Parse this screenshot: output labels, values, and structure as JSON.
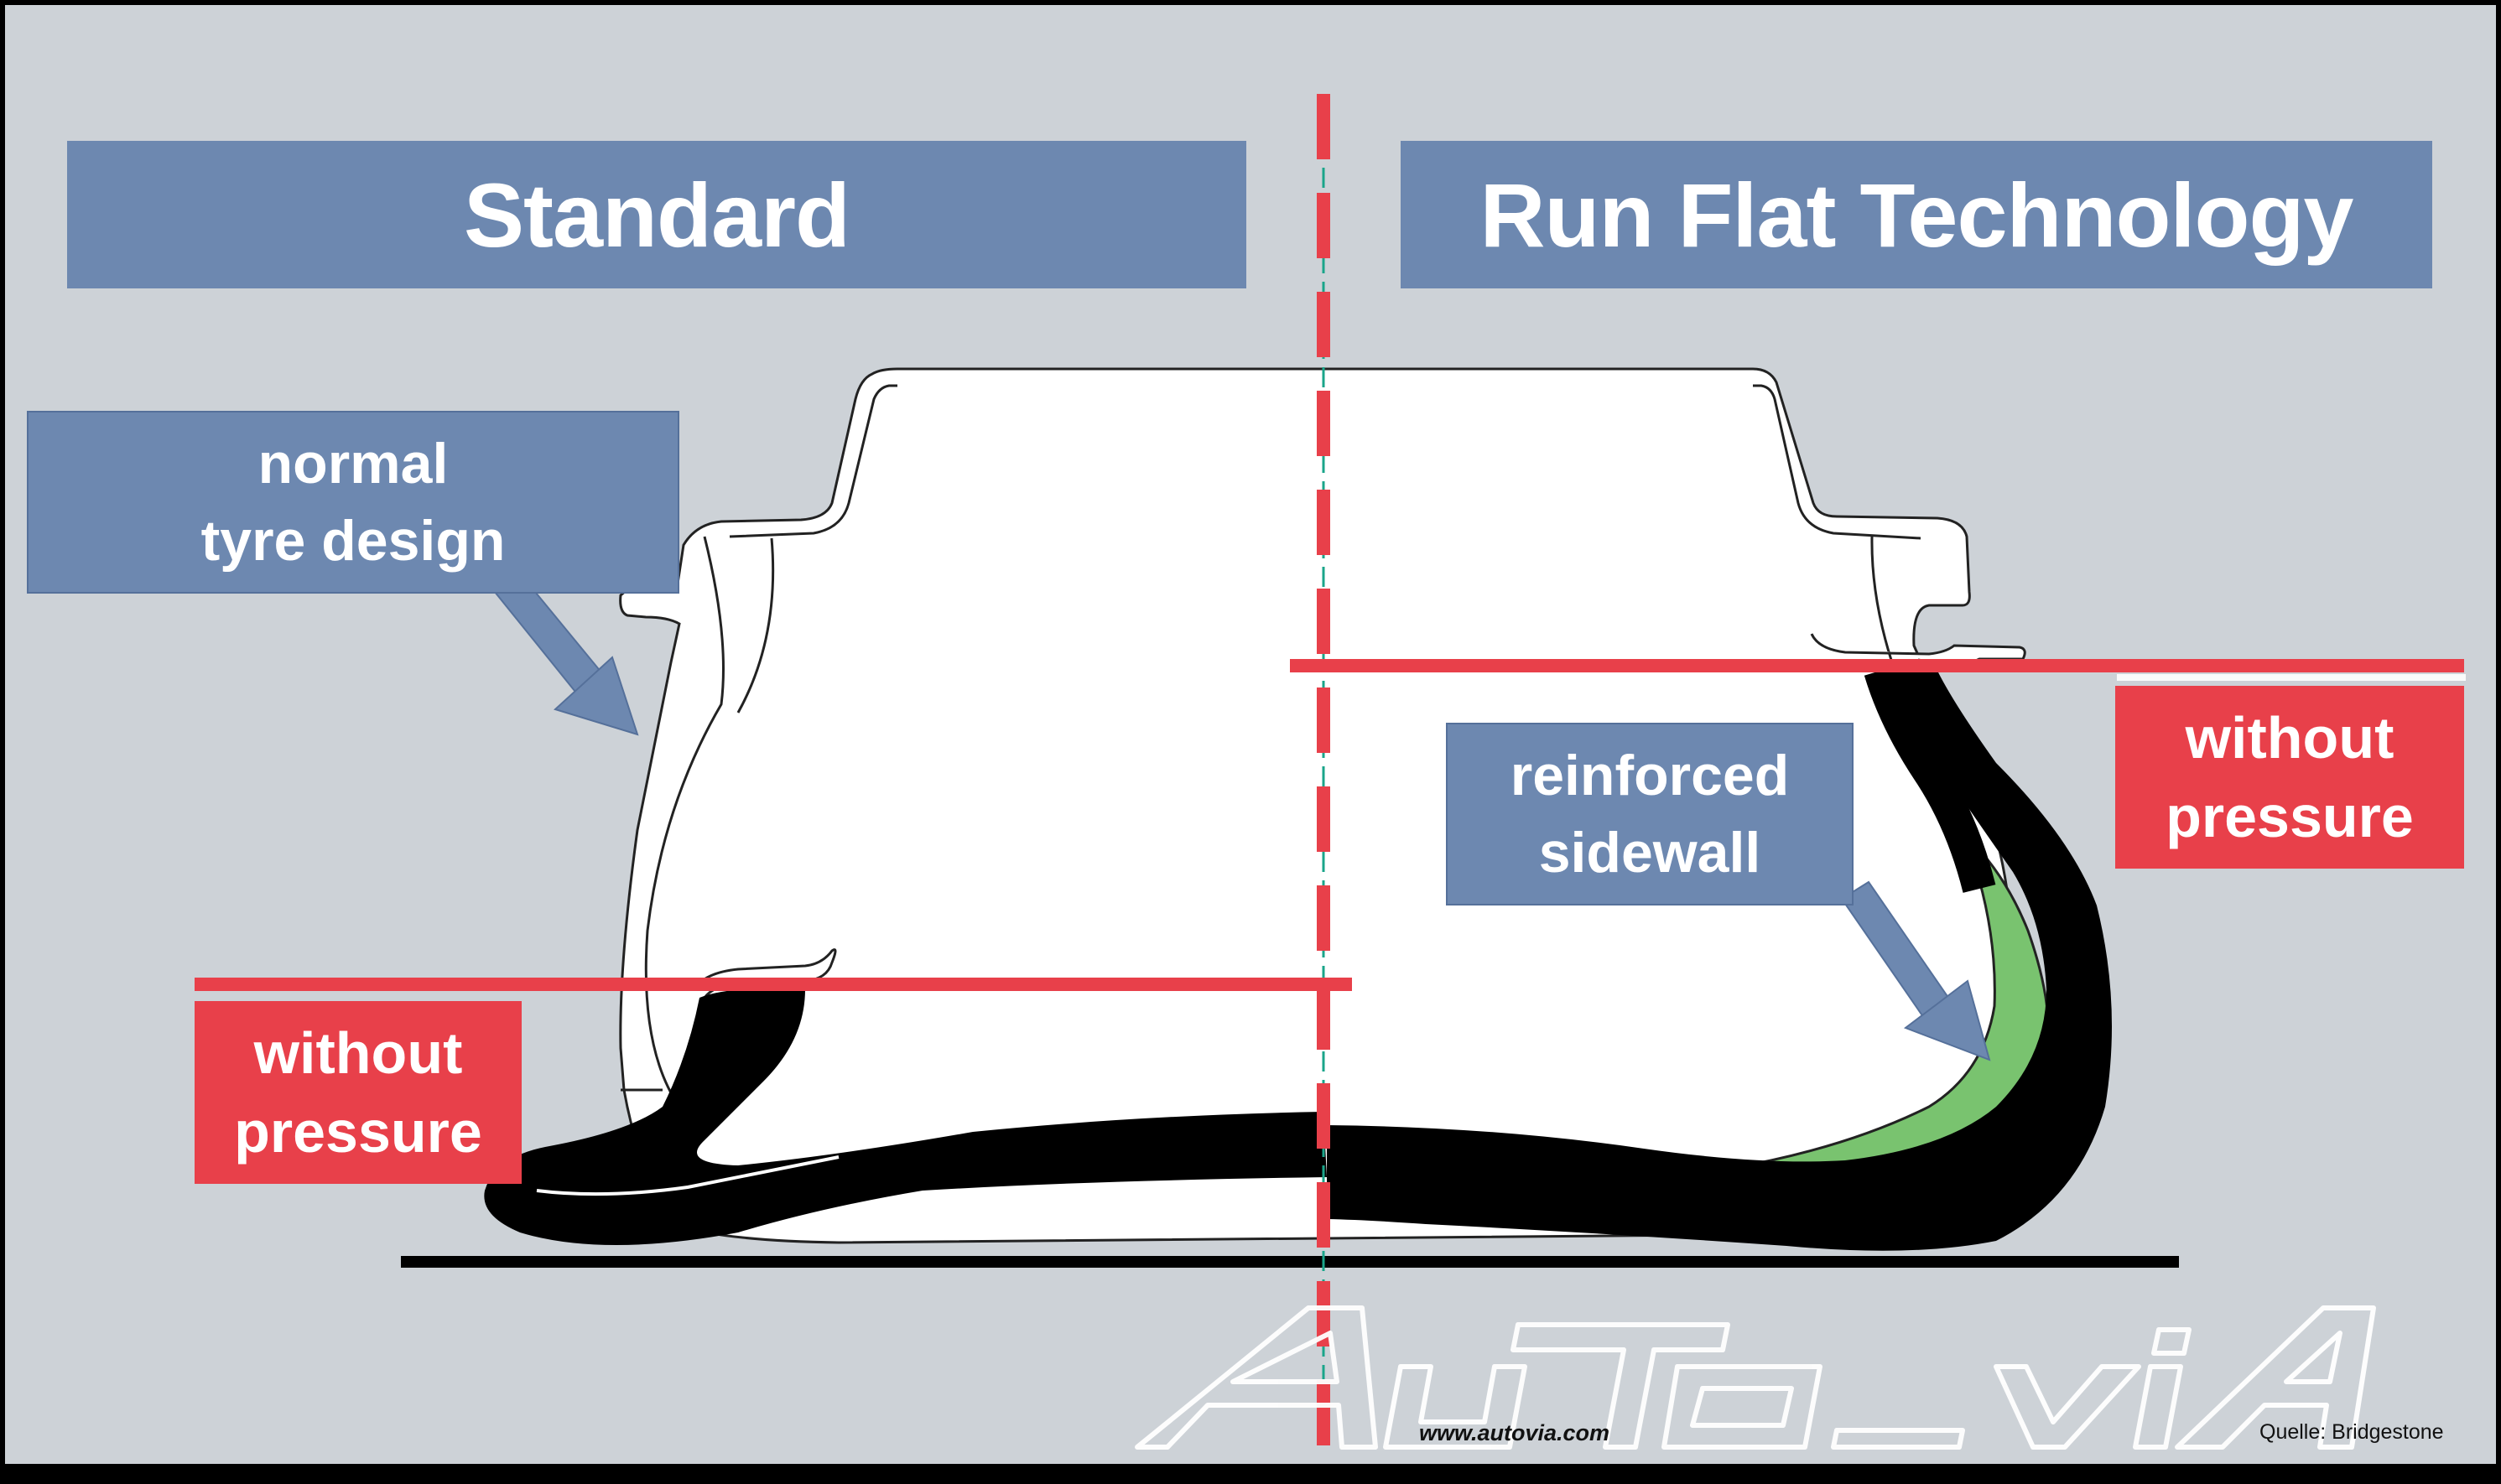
{
  "headers": {
    "left": "Standard",
    "right": "Run Flat Technology"
  },
  "callouts": {
    "normal_design": [
      "normal",
      "tyre design"
    ],
    "reinforced_sidewall": [
      "reinforced",
      "sidewall"
    ],
    "without_pressure_left": [
      "without",
      "pressure"
    ],
    "without_pressure_right": [
      "without",
      "pressure"
    ]
  },
  "watermark": {
    "logo_text": "AuToviA",
    "url": "www.autovia.com"
  },
  "credit": "Quelle: Bridgestone",
  "colors": {
    "background": "#cdd2d7",
    "label_blue": "#6d88b0",
    "pressure_red": "#e8404a",
    "tyre_black": "#000000",
    "sidewall_green": "#79c36f",
    "rim_white": "#ffffff"
  }
}
